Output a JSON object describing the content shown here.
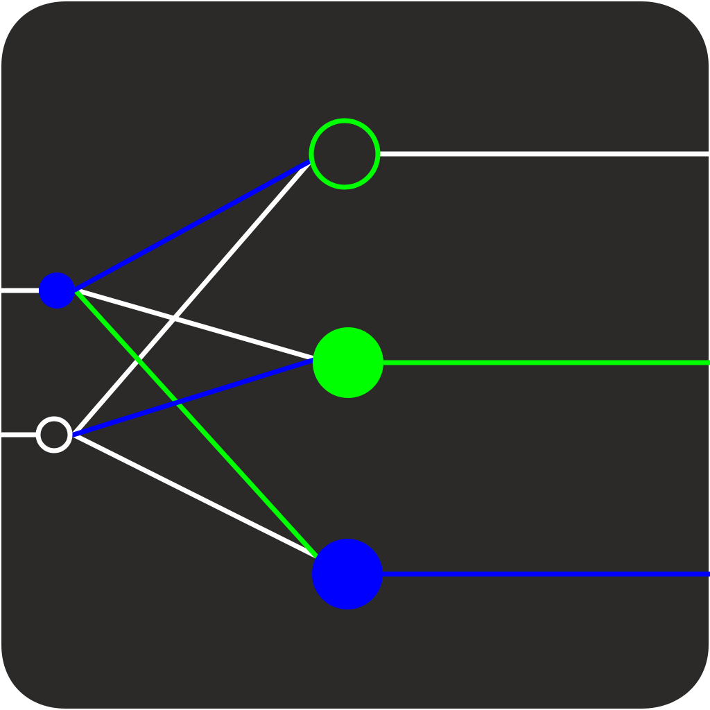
{
  "icon": {
    "name": "neural-network-icon",
    "background_color": "#2b2a29"
  },
  "colors": {
    "white": "#ffffff",
    "blue": "#0000ff",
    "green": "#00ff00",
    "hollow_fill": "#2b2a29"
  },
  "diagram": {
    "input_nodes": [
      {
        "id": "input-node-top",
        "style": "filled",
        "color": "blue"
      },
      {
        "id": "input-node-bottom",
        "style": "hollow",
        "color": "white"
      }
    ],
    "output_nodes": [
      {
        "id": "output-node-top",
        "style": "hollow",
        "color": "green"
      },
      {
        "id": "output-node-middle",
        "style": "filled",
        "color": "green"
      },
      {
        "id": "output-node-bottom",
        "style": "filled",
        "color": "blue"
      }
    ],
    "connections": [
      {
        "from": "input-node-top",
        "to": "output-node-top",
        "color": "blue"
      },
      {
        "from": "input-node-top",
        "to": "output-node-middle",
        "color": "white"
      },
      {
        "from": "input-node-top",
        "to": "output-node-bottom",
        "color": "green"
      },
      {
        "from": "input-node-bottom",
        "to": "output-node-top",
        "color": "white"
      },
      {
        "from": "input-node-bottom",
        "to": "output-node-middle",
        "color": "blue"
      },
      {
        "from": "input-node-bottom",
        "to": "output-node-bottom",
        "color": "white"
      }
    ],
    "input_leads": [
      {
        "node": "input-node-top",
        "color": "white"
      },
      {
        "node": "input-node-bottom",
        "color": "white"
      }
    ],
    "output_leads": [
      {
        "node": "output-node-top",
        "color": "white"
      },
      {
        "node": "output-node-middle",
        "color": "green"
      },
      {
        "node": "output-node-bottom",
        "color": "blue"
      }
    ]
  }
}
